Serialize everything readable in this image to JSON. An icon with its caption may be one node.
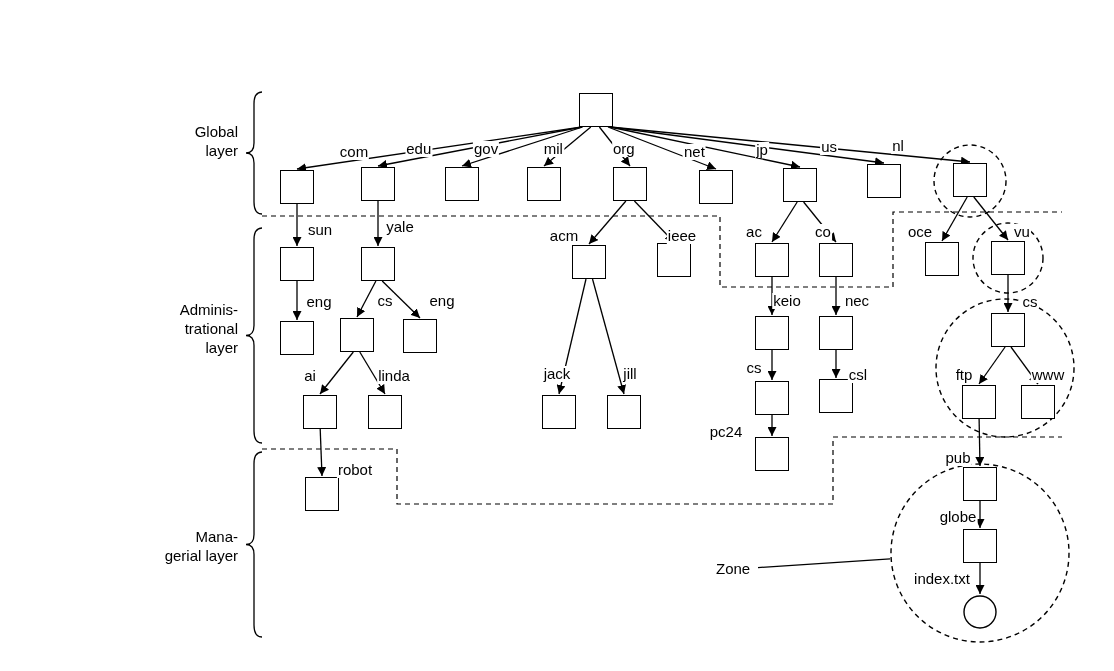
{
  "diagram": {
    "nodes": [
      {
        "text": [],
        "shape": "box"
      },
      {
        "text": [],
        "shape": "box"
      },
      {
        "text": [],
        "shape": "box"
      },
      {
        "text": [],
        "shape": "box"
      },
      {
        "text": [],
        "shape": "box"
      },
      {
        "text": [],
        "shape": "box"
      },
      {
        "text": [],
        "shape": "box"
      },
      {
        "text": [],
        "shape": "box"
      },
      {
        "text": [],
        "shape": "box"
      },
      {
        "text": [],
        "shape": "circle"
      },
      {
        "text": [],
        "shape": "box",
        "in": 9
      },
      {
        "text": [],
        "shape": "box"
      },
      {
        "text": [],
        "shape": "box"
      },
      {
        "text": [],
        "shape": "box"
      },
      {
        "text": [],
        "shape": "box"
      },
      {
        "text": [],
        "shape": "box"
      },
      {
        "text": [],
        "shape": "box"
      },
      {
        "text": [],
        "shape": "box"
      },
      {
        "text": [],
        "shape": "circle"
      },
      {
        "text": [],
        "shape": "box",
        "in": 18
      },
      {
        "text": [],
        "shape": "box"
      },
      {
        "text": [],
        "shape": "box"
      },
      {
        "text": [],
        "shape": "box"
      },
      {
        "text": [],
        "shape": "box"
      },
      {
        "text": [],
        "shape": "box"
      },
      {
        "text": [],
        "shape": "box"
      },
      {
        "text": [],
        "shape": "box"
      },
      {
        "text": [],
        "shape": "circle"
      },
      {
        "text": [],
        "shape": "box",
        "in": 27
      },
      {
        "text": [],
        "shape": "box"
      },
      {
        "text": [],
        "shape": "box"
      },
      {
        "text": [],
        "shape": "box"
      },
      {
        "text": [],
        "shape": "box"
      },
      {
        "text": [],
        "shape": "box",
        "in": 27
      },
      {
        "text": [],
        "shape": "box",
        "in": 27
      },
      {
        "text": [],
        "shape": "box"
      },
      {
        "text": [],
        "shape": "box"
      },
      {
        "text": [],
        "shape": "circle"
      },
      {
        "text": [],
        "shape": "box",
        "in": 37
      },
      {
        "text": [],
        "shape": "box",
        "in": 37
      },
      {
        "text": [],
        "shape": "circle",
        "in": 37
      },
      {
        "text": [
          "Zone"
        ]
      }
    ],
    "edges": [
      {
        "from": 0,
        "to": 1,
        "arrow": "to",
        "label": "com"
      },
      {
        "from": 0,
        "to": 2,
        "arrow": "to",
        "label": "edu"
      },
      {
        "from": 0,
        "to": 3,
        "arrow": "to",
        "label": "gov"
      },
      {
        "from": 0,
        "to": 4,
        "arrow": "to",
        "label": "mil"
      },
      {
        "from": 0,
        "to": 5,
        "arrow": "to",
        "label": "org"
      },
      {
        "from": 0,
        "to": 6,
        "arrow": "to",
        "label": "net"
      },
      {
        "from": 0,
        "to": 7,
        "arrow": "to",
        "label": "jp"
      },
      {
        "from": 0,
        "to": 8,
        "arrow": "to",
        "label": "us"
      },
      {
        "from": 0,
        "to": 10,
        "arrow": "to",
        "label": "nl"
      },
      {
        "from": 1,
        "to": 11,
        "arrow": "to",
        "label": "sun"
      },
      {
        "from": 2,
        "to": 12,
        "arrow": "to",
        "label": "yale"
      },
      {
        "from": 5,
        "to": 13,
        "arrow": "to",
        "label": "acm"
      },
      {
        "from": 5,
        "to": 14,
        "arrow": "to",
        "label": "ieee"
      },
      {
        "from": 7,
        "to": 15,
        "arrow": "to",
        "label": "ac"
      },
      {
        "from": 7,
        "to": 16,
        "arrow": "to",
        "label": "co"
      },
      {
        "from": 10,
        "to": 17,
        "arrow": "to",
        "label": "oce"
      },
      {
        "from": 10,
        "to": 19,
        "arrow": "to",
        "label": "vu"
      },
      {
        "from": 11,
        "to": 20,
        "arrow": "to",
        "label": "eng"
      },
      {
        "from": 12,
        "to": 21,
        "arrow": "to",
        "label": "cs"
      },
      {
        "from": 12,
        "to": 22,
        "arrow": "to",
        "label": "eng"
      },
      {
        "from": 13,
        "to": 23,
        "arrow": "to",
        "label": "jack"
      },
      {
        "from": 13,
        "to": 24,
        "arrow": "to",
        "label": "jill"
      },
      {
        "from": 15,
        "to": 25,
        "arrow": "to",
        "label": "keio"
      },
      {
        "from": 16,
        "to": 26,
        "arrow": "to",
        "label": "nec"
      },
      {
        "from": 19,
        "to": 28,
        "arrow": "to",
        "label": "cs"
      },
      {
        "from": 21,
        "to": 29,
        "arrow": "to",
        "label": "ai"
      },
      {
        "from": 21,
        "to": 30,
        "arrow": "to",
        "label": "linda"
      },
      {
        "from": 25,
        "to": 31,
        "arrow": "to",
        "label": "cs"
      },
      {
        "from": 26,
        "to": 32,
        "arrow": "to",
        "label": "csl"
      },
      {
        "from": 28,
        "to": 33,
        "arrow": "to",
        "label": "ftp"
      },
      {
        "from": 28,
        "to": 34,
        "arrow": "to",
        "label": "www"
      },
      {
        "from": 29,
        "to": 35,
        "arrow": "to",
        "label": "robot"
      },
      {
        "from": 31,
        "to": 36,
        "arrow": "to",
        "label": "pc24"
      },
      {
        "from": 33,
        "to": 38,
        "arrow": "to",
        "label": "pub"
      },
      {
        "from": 38,
        "to": 39,
        "arrow": "to",
        "label": "globe"
      },
      {
        "from": 39,
        "to": 40,
        "arrow": "to",
        "label": "index.txt"
      },
      {
        "from": 41,
        "to": 37,
        "arrow": "none"
      }
    ],
    "labels": [
      "Global layer",
      "Adminis- trational layer",
      "Mana- gerial layer"
    ]
  }
}
